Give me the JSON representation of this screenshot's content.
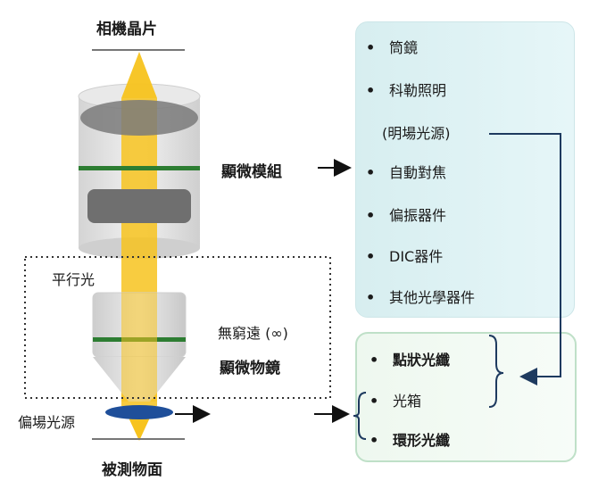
{
  "left": {
    "camera_chip": "相機晶片",
    "parallel_light": "平行光",
    "infinity": "無窮遠 (∞)",
    "objective": "顯微物鏡",
    "polarized_source": "偏場光源",
    "object_surface": "被測物面"
  },
  "center": {
    "module_title": "顯微模組"
  },
  "module_list": {
    "items": [
      {
        "bullet": "•",
        "label": "筒鏡"
      },
      {
        "bullet": "•",
        "label": "科勒照明"
      },
      {
        "bullet": "",
        "label": "(明場光源)"
      },
      {
        "bullet": "•",
        "label": "自動對焦"
      },
      {
        "bullet": "•",
        "label": "偏振器件"
      },
      {
        "bullet": "•",
        "label": "DIC器件"
      },
      {
        "bullet": "•",
        "label": "其他光學器件"
      }
    ]
  },
  "light_list": {
    "items": [
      {
        "bullet": "•",
        "label": "點狀光纖"
      },
      {
        "bullet": "•",
        "label": "光箱"
      },
      {
        "bullet": "•",
        "label": "環形光纖"
      }
    ]
  },
  "colors": {
    "beam": "#f7c31e",
    "tube_body": "#e6e6e6",
    "green_band": "#2d7d32",
    "source_disc": "#1f4f9a",
    "module_bg": "#dff2f4",
    "light_border": "#bfe0c8",
    "arrow": "#1e3a5f"
  }
}
